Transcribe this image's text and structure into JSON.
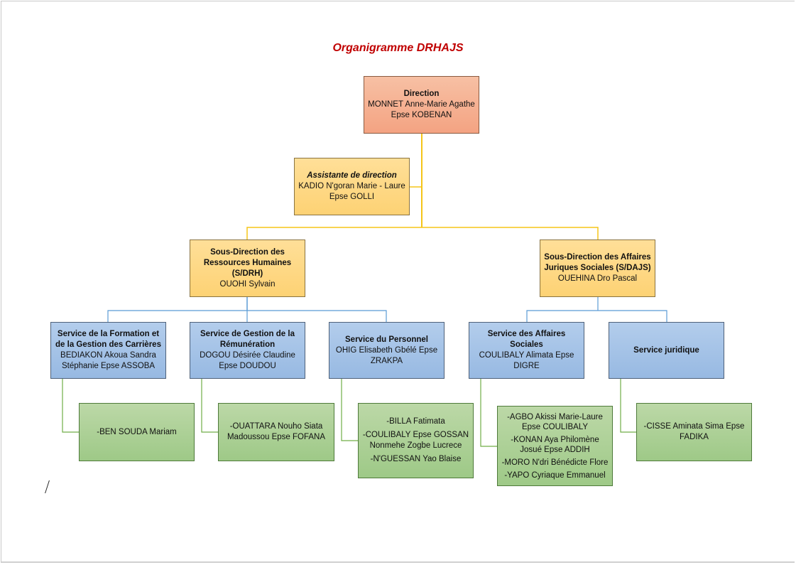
{
  "title": "Organigramme DRHAJS",
  "colors": {
    "title": "#c00000",
    "direction_fill": "#f4a382",
    "subdirection_fill": "#fdd274",
    "service_fill": "#97b9e2",
    "staff_fill": "#9ec987",
    "connector_top": "#f5c518",
    "connector_mid": "#5b9bd5",
    "connector_low": "#70ad47"
  },
  "direction": {
    "heading": "Direction",
    "lines": [
      "MONNET Anne-Marie Agathe",
      "Epse KOBENAN"
    ]
  },
  "assistant": {
    "heading": "Assistante de direction",
    "lines": [
      "KADIO N'goran Marie - Laure",
      "Epse GOLLI"
    ]
  },
  "subdirections": [
    {
      "heading_lines": [
        "Sous-Direction des",
        "Ressources Humaines",
        "(S/DRH)"
      ],
      "lines": [
        "OUOHI Sylvain"
      ]
    },
    {
      "heading_lines": [
        "Sous-Direction des Affaires",
        "Juriques Sociales (S/DAJS)"
      ],
      "lines": [
        "OUEHINA Dro Pascal"
      ]
    }
  ],
  "services": [
    {
      "heading_lines": [
        "Service de la Formation et",
        "de la Gestion des Carrières"
      ],
      "lines": [
        "BEDIAKON Akoua Sandra",
        "Stéphanie Epse ASSOBA"
      ],
      "staff": [
        [
          "-BEN SOUDA Mariam"
        ]
      ]
    },
    {
      "heading_lines": [
        "Service de Gestion de la",
        "Rémunération"
      ],
      "lines": [
        "DOGOU Désirée Claudine",
        "Epse DOUDOU"
      ],
      "staff": [
        [
          "-OUATTARA Nouho Siata",
          "Madoussou Epse FOFANA"
        ]
      ]
    },
    {
      "heading_lines": [
        "Service du Personnel"
      ],
      "lines": [
        "OHIG Elisabeth Gbélé Epse",
        "ZRAKPA"
      ],
      "staff": [
        [
          "-BILLA Fatimata"
        ],
        [
          "-COULIBALY Epse GOSSAN",
          "Nonmehe Zogbe Lucrece"
        ],
        [
          "-N'GUESSAN Yao Blaise"
        ]
      ]
    },
    {
      "heading_lines": [
        "Service des Affaires Sociales"
      ],
      "lines": [
        "COULIBALY Alimata Epse",
        "DIGRE"
      ],
      "staff": [
        [
          "-AGBO Akissi Marie-Laure",
          "Epse COULIBALY"
        ],
        [
          "-KONAN Aya Philomène",
          "Josué Epse ADDIH"
        ],
        [
          "-MORO N'dri Bénédicte Flore"
        ],
        [
          "-YAPO Cyriaque Emmanuel"
        ]
      ]
    },
    {
      "heading_lines": [
        "Service juridique"
      ],
      "lines": [],
      "staff": [
        [
          "-CISSE Aminata Sima Epse",
          "FADIKA"
        ]
      ]
    }
  ]
}
